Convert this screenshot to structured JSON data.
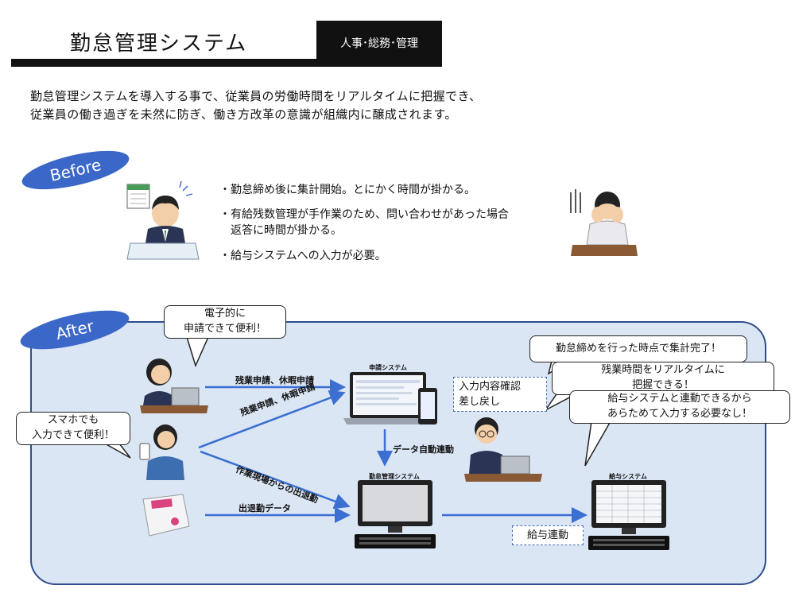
{
  "header": {
    "title": "勤怠管理システム",
    "tag": "人事･総務･管理"
  },
  "intro": {
    "line1": "勤怠管理システムを導入する事で、従業員の労働時間をリアルタイムに把握でき、",
    "line2": "従業員の働き過ぎを未然に防ぎ、働き方改革の意識が組織内に醸成されます。"
  },
  "before": {
    "label": "Before",
    "bullets": [
      "・勤怠締め後に集計開始。とにかく時間が掛かる。",
      "・有給残数管理が手作業のため、問い合わせがあった場合",
      "　返答に時間が掛かる。",
      "・給与システムへの入力が必要。"
    ]
  },
  "after": {
    "label": "After",
    "bubbles": {
      "pc_user": [
        "電子的に",
        "申請できて便利！"
      ],
      "smartphone": [
        "スマホでも",
        "入力できて便利！"
      ],
      "tally": [
        "勤怠締めを行った時点で集計完了！"
      ],
      "realtime": [
        "残業時間をリアルタイムに",
        "把握できる！"
      ],
      "payroll": [
        "給与システムと連動できるから",
        "あらためて入力する必要なし！"
      ]
    },
    "arrows": {
      "a1": "残業申請、休暇申請",
      "a2": "残業申請、休暇申請",
      "a3": "作業現場からの出退勤",
      "a4": "出退勤データ",
      "a5": "データ自動連動"
    },
    "boxes": {
      "review": [
        "入力内容確認",
        "差し戻し"
      ],
      "payroll_link": "給与連動"
    },
    "screens": {
      "application": "申請システム",
      "attendance": "勤怠管理システム",
      "payroll": "給与システム"
    }
  },
  "colors": {
    "pill": "#3a67c8",
    "panel": "#dbe6f5",
    "panel_border": "#2f4e8a",
    "arrow": "#3b6fd1"
  }
}
